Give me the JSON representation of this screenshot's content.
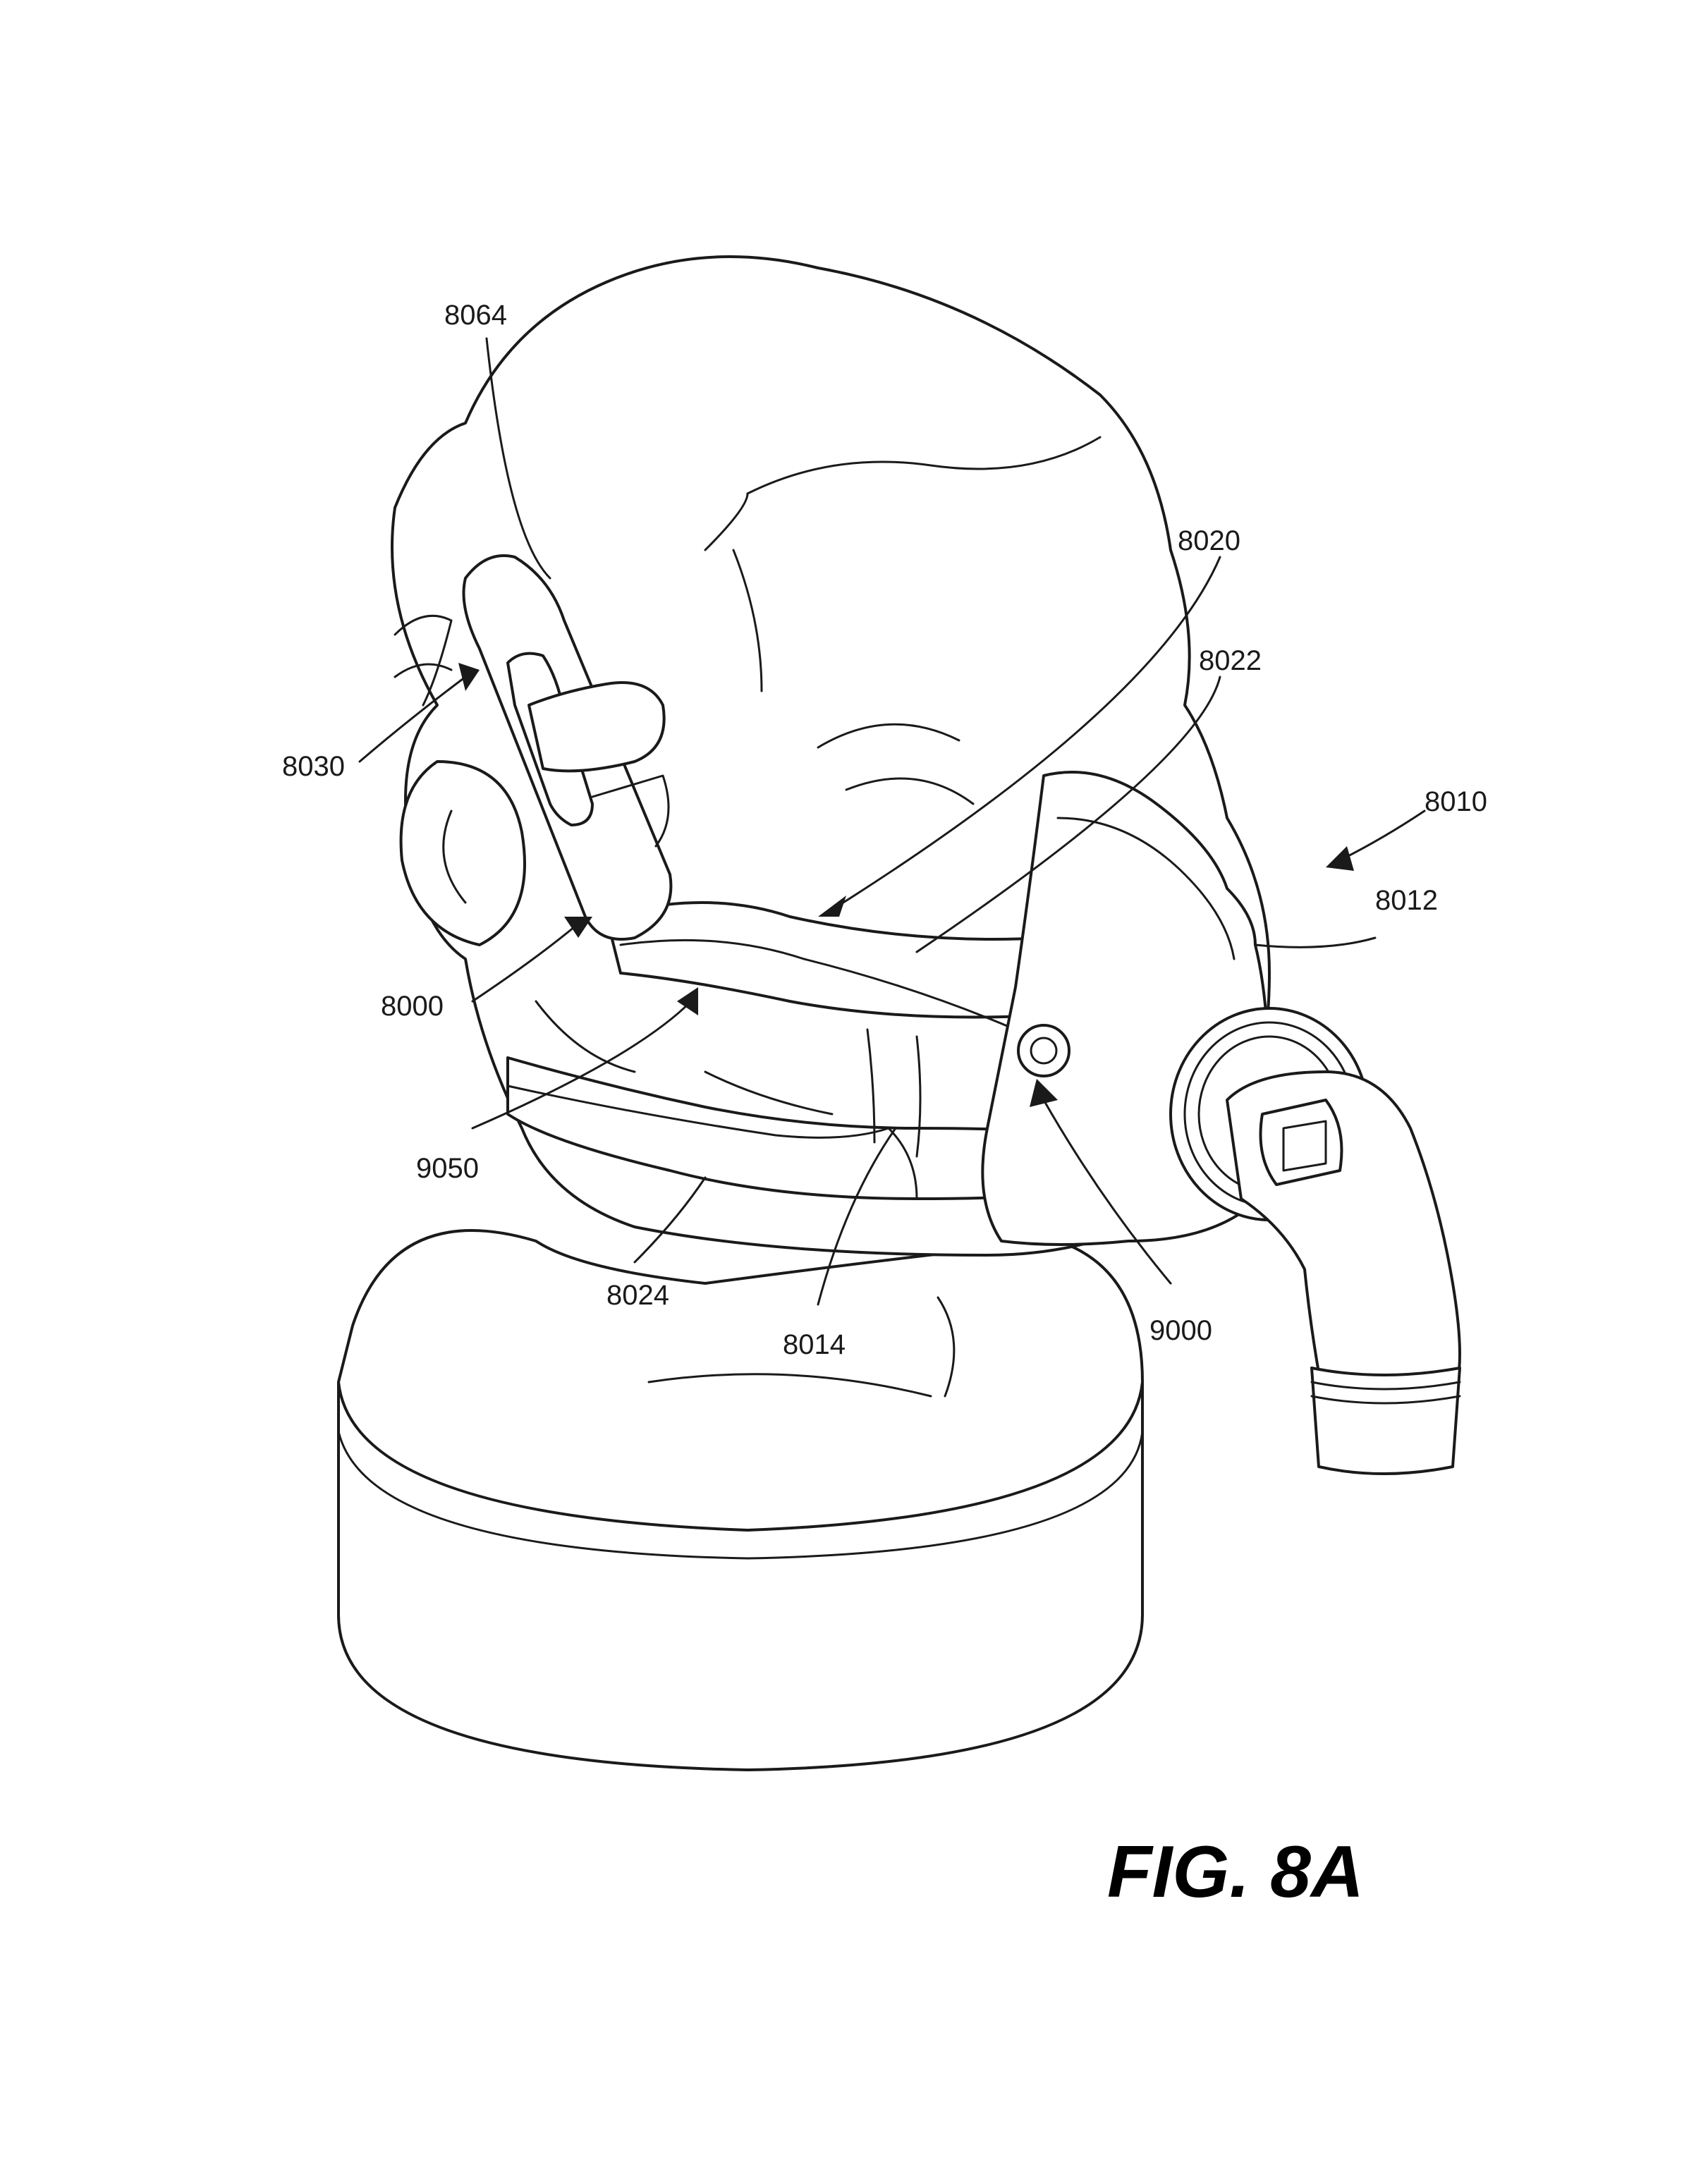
{
  "figure": {
    "caption": "FIG. 8A",
    "reference_numerals": {
      "n8064": "8064",
      "n8020": "8020",
      "n8022": "8022",
      "n8030": "8030",
      "n8010": "8010",
      "n8012": "8012",
      "n8000": "8000",
      "n9050": "9050",
      "n8024": "8024",
      "n8014": "8014",
      "n9000": "9000"
    }
  }
}
